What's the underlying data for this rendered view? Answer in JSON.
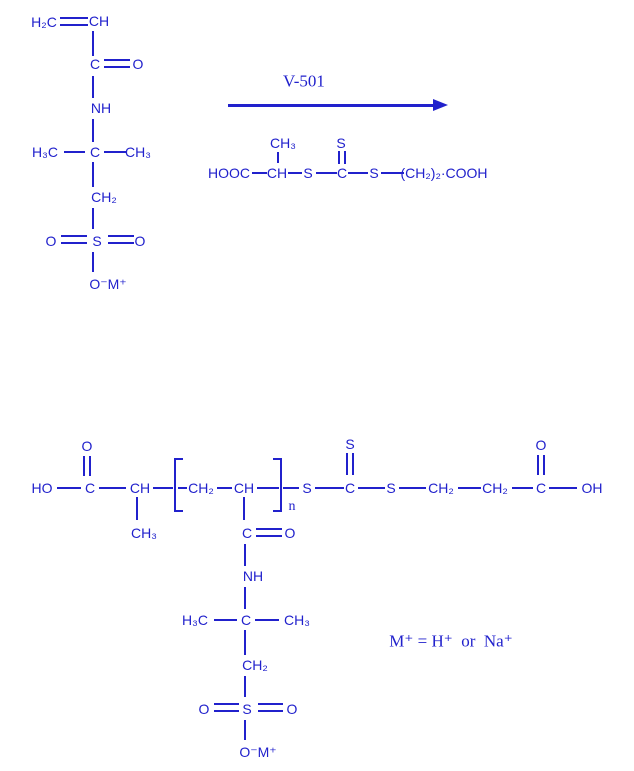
{
  "scheme": {
    "type": "reaction-scheme",
    "ink_color": "#2121cc",
    "conditions_label": "V-501",
    "legend_note": "M⁺ = H⁺  or  Na⁺"
  },
  "monomer": {
    "h2c": "H₂C",
    "ch": "CH",
    "carbonyl_c": "C",
    "carbonyl_o": "O",
    "nh": "NH",
    "h3c": "H₃C",
    "quaternary_c": "C",
    "ch3": "CH₃",
    "ch2": "CH₂",
    "sulfo_o_left": "O",
    "sulfo_s": "S",
    "sulfo_o_right": "O",
    "sulfonate_om": "O⁻M⁺"
  },
  "cta": {
    "hooc": "HOOC",
    "ch": "CH",
    "ch3": "CH₃",
    "s_left": "S",
    "thiocarbonyl_s": "S",
    "c": "C",
    "s_right": "S",
    "tail": "(CH₂)₂·COOH"
  },
  "polymer": {
    "ho": "HO",
    "acid_o_left": "O",
    "acid_c_left": "C",
    "ch_alpha": "CH",
    "ch3_alpha": "CH₃",
    "repeat_ch2": "CH₂",
    "repeat_ch": "CH",
    "n": "n",
    "s_left": "S",
    "thiocarbonyl_s": "S",
    "thiocarbonyl_c": "C",
    "s_right": "S",
    "ch2_a": "CH₂",
    "ch2_b": "CH₂",
    "acid_c_right": "C",
    "acid_o_right": "O",
    "oh": "OH",
    "pendant": {
      "carbonyl_c": "C",
      "carbonyl_o": "O",
      "nh": "NH",
      "h3c": "H₃C",
      "quaternary_c": "C",
      "ch3": "CH₃",
      "ch2": "CH₂",
      "sulfo_o_left": "O",
      "sulfo_s": "S",
      "sulfo_o_right": "O",
      "sulfonate_om": "O⁻M⁺"
    }
  }
}
